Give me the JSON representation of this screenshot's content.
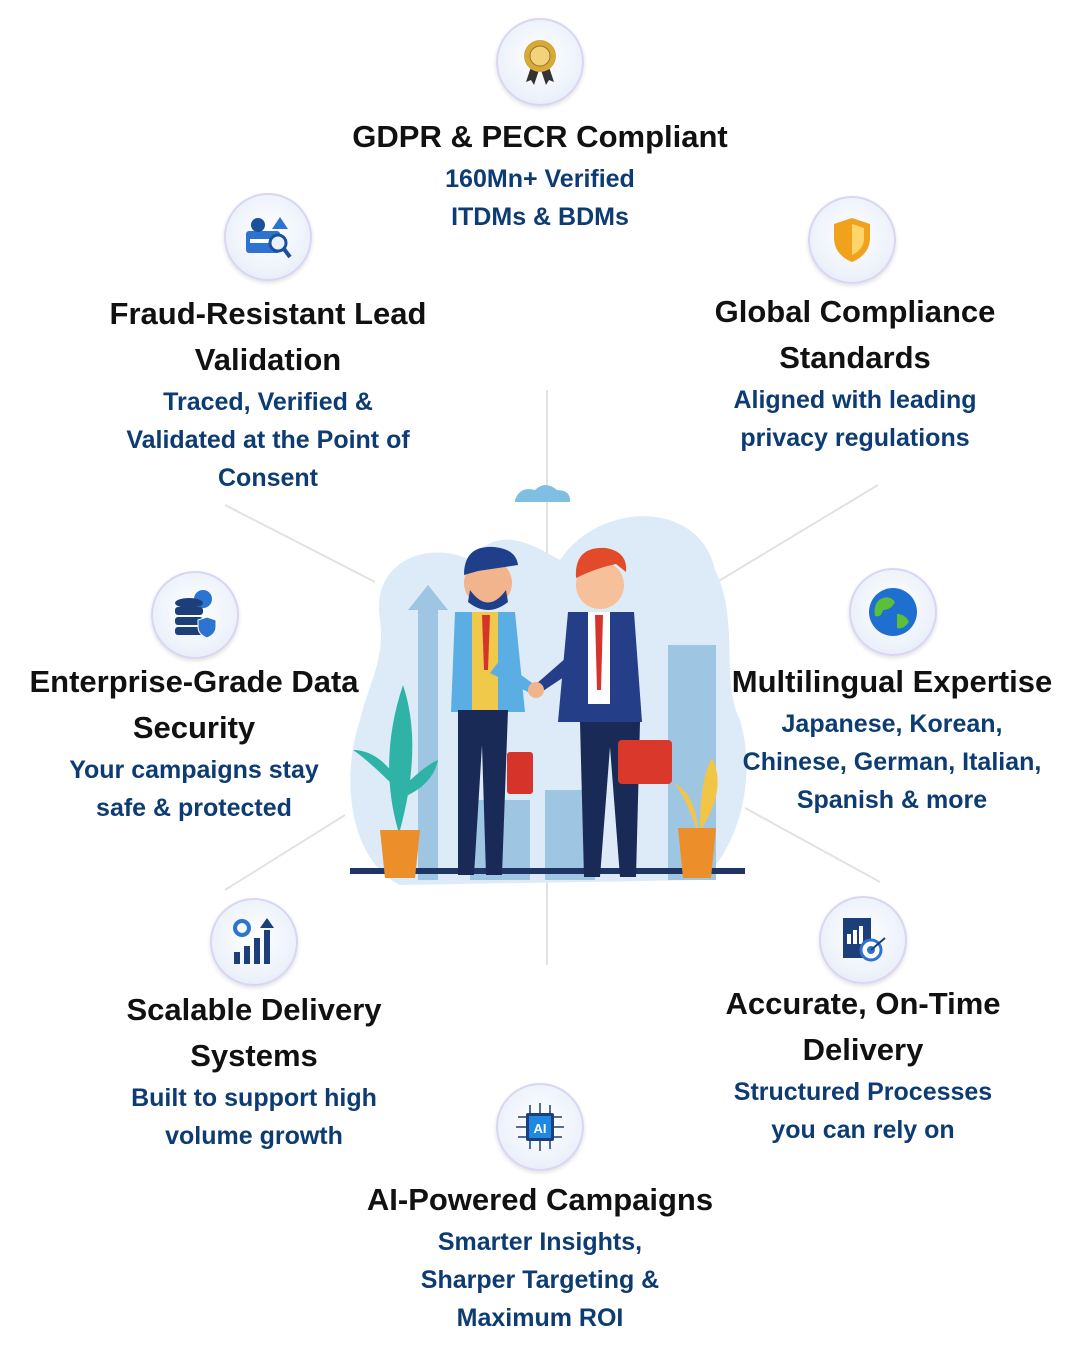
{
  "colors": {
    "title": "#111111",
    "subtitle": "#0d3b73",
    "lines": "#dddddd"
  },
  "features": [
    {
      "icon": "award-medal-icon",
      "title": "GDPR & PECR Compliant",
      "subtitle": "160Mn+ Verified\nITDMs & BDMs"
    },
    {
      "icon": "fraud-detection-icon",
      "title": "Fraud-Resistant Lead\nValidation",
      "subtitle": "Traced, Verified &\nValidated at the Point of\nConsent"
    },
    {
      "icon": "shield-icon",
      "title": "Global Compliance\nStandards",
      "subtitle": "Aligned with leading\nprivacy regulations"
    },
    {
      "icon": "secure-database-icon",
      "title": "Enterprise-Grade Data\nSecurity",
      "subtitle": "Your campaigns stay\nsafe & protected"
    },
    {
      "icon": "globe-icon",
      "title": "Multilingual Expertise",
      "subtitle": "Japanese, Korean,\nChinese, German, Italian,\nSpanish & more"
    },
    {
      "icon": "growth-chart-gear-icon",
      "title": "Scalable Delivery\nSystems",
      "subtitle": "Built to support high\nvolume growth"
    },
    {
      "icon": "target-report-icon",
      "title": "Accurate, On-Time\nDelivery",
      "subtitle": "Structured Processes\nyou can rely on"
    },
    {
      "icon": "ai-chip-icon",
      "title": "AI-Powered Campaigns",
      "subtitle": "Smarter Insights,\nSharper Targeting &\nMaximum ROI",
      "chip_label": "AI"
    }
  ]
}
